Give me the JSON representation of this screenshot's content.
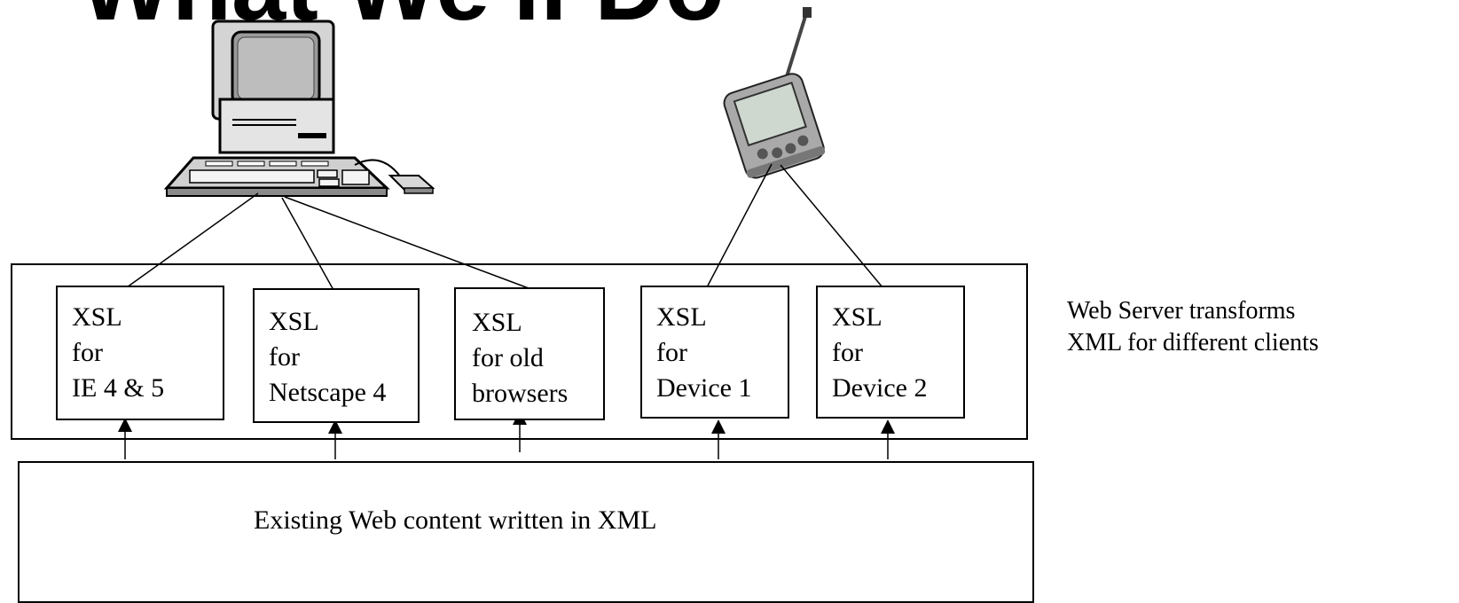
{
  "title": "What We'll Do",
  "server_note": {
    "line1": "Web Server transforms",
    "line2": "XML for different clients"
  },
  "content_label": "Existing Web content written in XML",
  "xsl_boxes": [
    {
      "line1": "XSL",
      "line2": "for",
      "line3": "IE 4 & 5"
    },
    {
      "line1": "XSL",
      "line2": "for",
      "line3": "Netscape 4"
    },
    {
      "line1": "XSL",
      "line2": "for old",
      "line3": "browsers"
    },
    {
      "line1": "XSL",
      "line2": "for",
      "line3": "Device 1"
    },
    {
      "line1": "XSL",
      "line2": "for",
      "line3": "Device 2"
    }
  ],
  "clients": [
    {
      "icon": "desktop-computer-icon"
    },
    {
      "icon": "pda-device-icon"
    }
  ]
}
